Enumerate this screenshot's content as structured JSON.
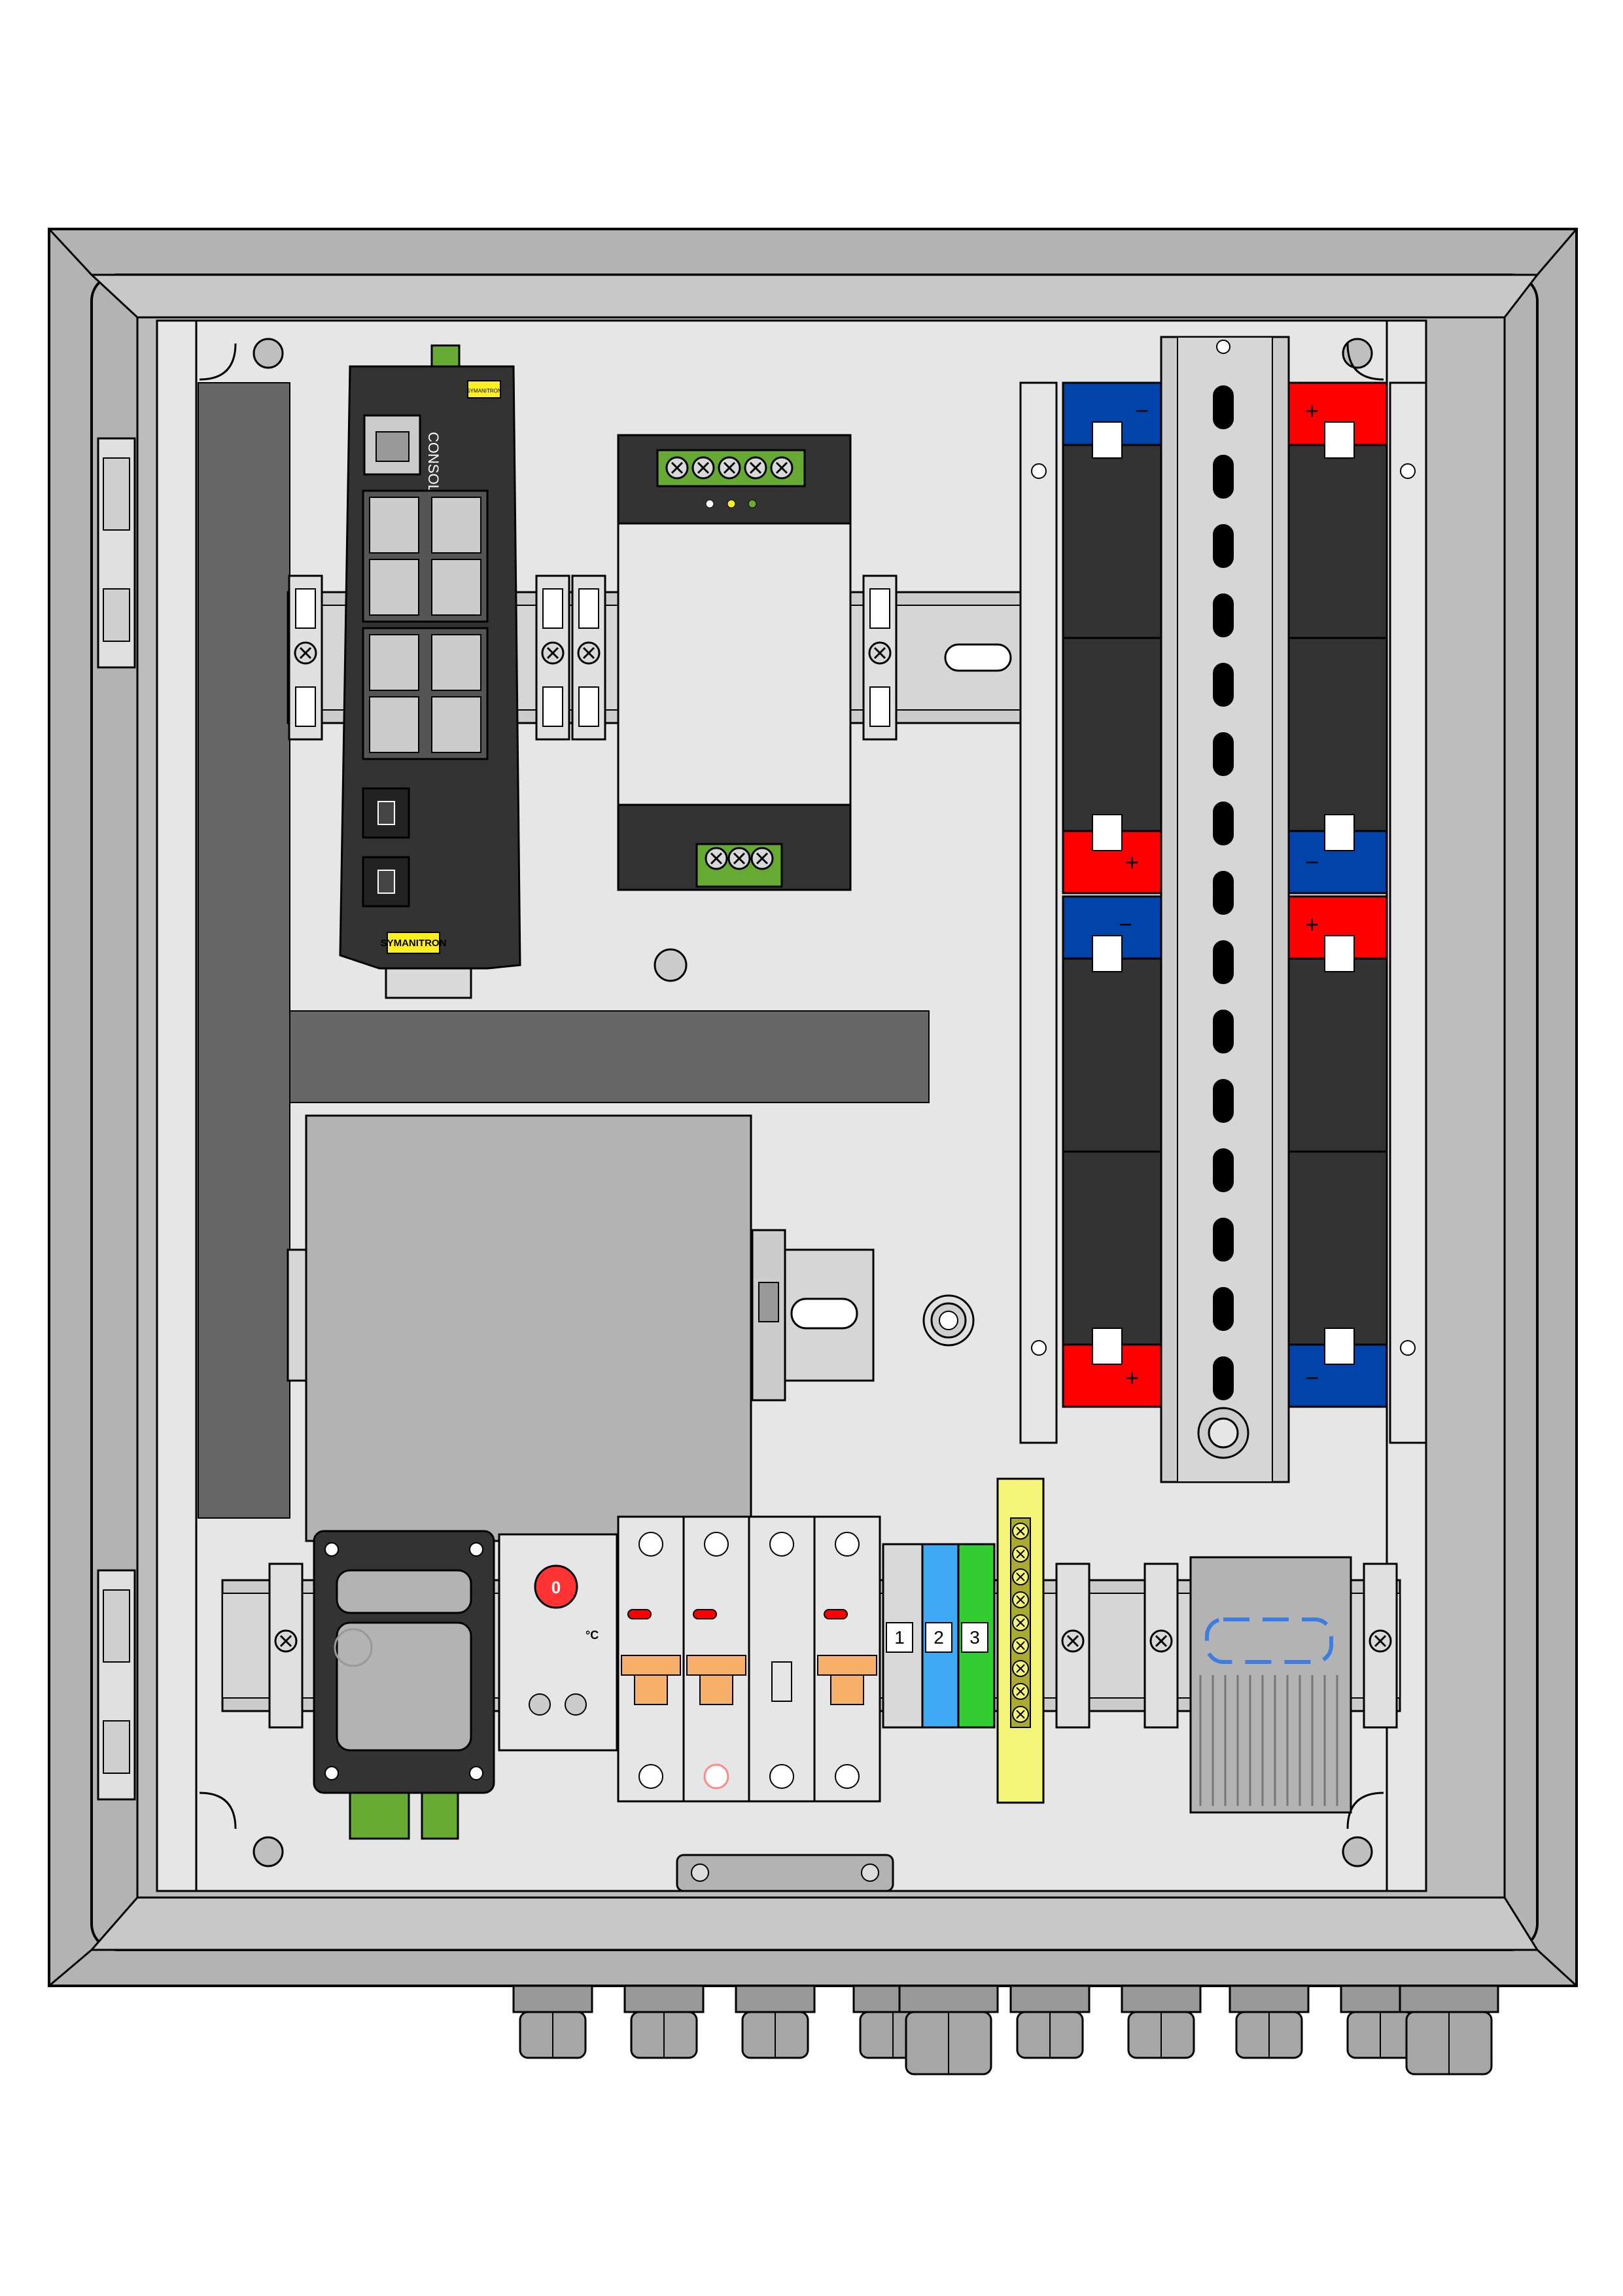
{
  "switch": {
    "port_label": "CONSOLE",
    "brand_bottom": "SYMANITRON",
    "brand_top": "SYMANITRON"
  },
  "thermostat": {
    "unit": "°C",
    "dial": "0"
  },
  "terminals": {
    "labels": [
      "1",
      "2",
      "3"
    ]
  },
  "battery": {
    "plus": "+",
    "minus": "−"
  },
  "colors": {
    "enclosure": "#b3b3b3",
    "panel": "#e6e6e6",
    "dark": "#333333",
    "battery_red": "#ff0000",
    "battery_blue": "#0044aa",
    "terminal_blue": "#3fa9f5",
    "ground_green": "#33cc33",
    "busbar_yellow": "#f5f57a",
    "breaker_orange": "#f7b06a"
  },
  "icons": [
    "screw-icon",
    "terminal-screw-icon",
    "rj45-port-icon",
    "sfp-port-icon",
    "dial-icon"
  ]
}
